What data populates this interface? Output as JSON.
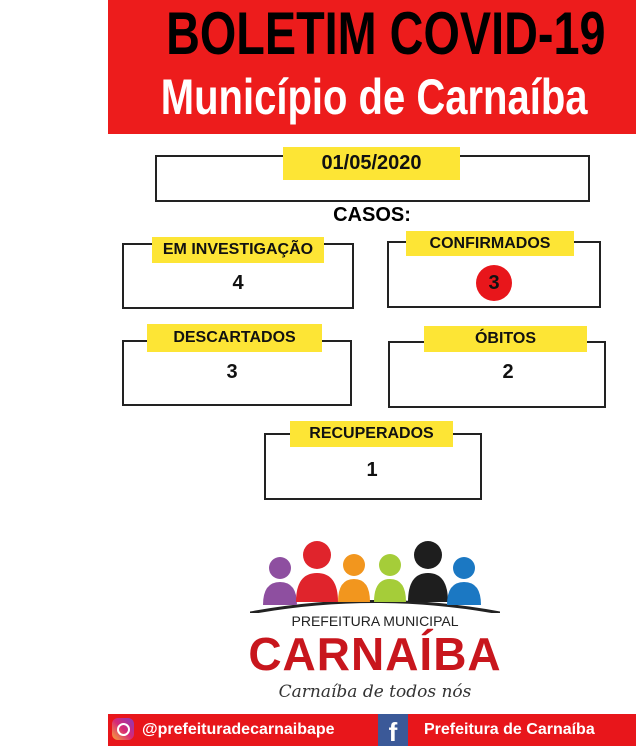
{
  "header": {
    "title": "BOLETIM COVID-19",
    "subtitle": "Município de Carnaíba"
  },
  "date": "01/05/2020",
  "cases_heading": "CASOS:",
  "cases": {
    "investigation": {
      "label": "EM INVESTIGAÇÃO",
      "value": "4"
    },
    "confirmed": {
      "label": "CONFIRMADOS",
      "value": "3"
    },
    "discarded": {
      "label": "DESCARTADOS",
      "value": "3"
    },
    "deaths": {
      "label": "ÓBITOS",
      "value": "2"
    },
    "recovered": {
      "label": "RECUPERADOS",
      "value": "1"
    }
  },
  "logo": {
    "top": "PREFEITURA MUNICIPAL",
    "name": "CARNAÍBA",
    "slogan": "Carnaíba de todos nós"
  },
  "footer": {
    "instagram": "@prefeituradecarnaibape",
    "facebook": "Prefeitura de Carnaíba"
  },
  "colors": {
    "red": "#ed1c1c",
    "yellow": "#fde535"
  }
}
